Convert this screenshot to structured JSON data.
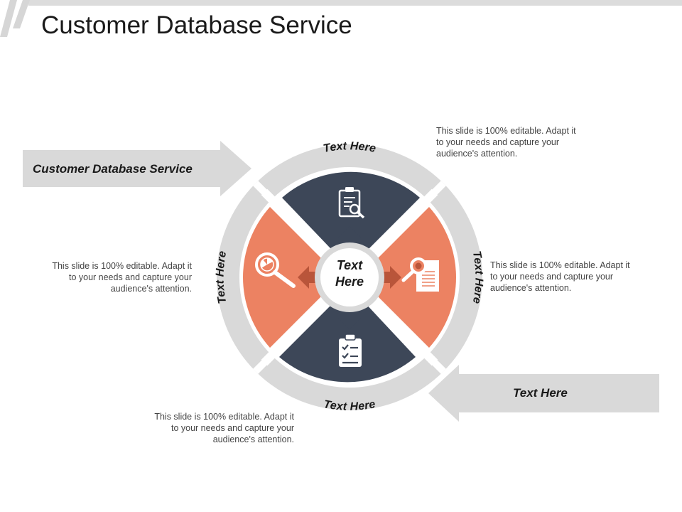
{
  "title": "Customer Database Service",
  "left_arrow": {
    "label": "Customer Database Service"
  },
  "right_arrow": {
    "label": "Text Here"
  },
  "center": {
    "line1": "Text",
    "line2": "Here"
  },
  "ring_labels": {
    "top": "Text Here",
    "right": "Text Here",
    "bottom": "Text Here",
    "left": "Text Here"
  },
  "descriptions": {
    "top_right": [
      "This slide is 100% editable. Adapt it",
      "to your needs and capture your",
      "audience's attention."
    ],
    "right": [
      "This slide is 100% editable. Adapt it",
      "to your needs and capture your",
      "audience's attention."
    ],
    "left": [
      "This slide is 100% editable. Adapt it",
      "to your needs and capture your",
      "audience's attention."
    ],
    "bottom": [
      "This slide is 100% editable. Adapt it",
      "to your needs and capture your",
      "audience's attention."
    ]
  },
  "colors": {
    "dark_segment": "#3d4758",
    "orange_segment": "#ec8262",
    "ring_gray": "#d9d9d9",
    "arrow_dark": "#3d4758",
    "arrow_orange": "#b9553a"
  },
  "icons": {
    "top": "clipboard-search-icon",
    "right": "document-magnifier-icon",
    "bottom": "checklist-icon",
    "left": "chart-magnifier-icon"
  }
}
